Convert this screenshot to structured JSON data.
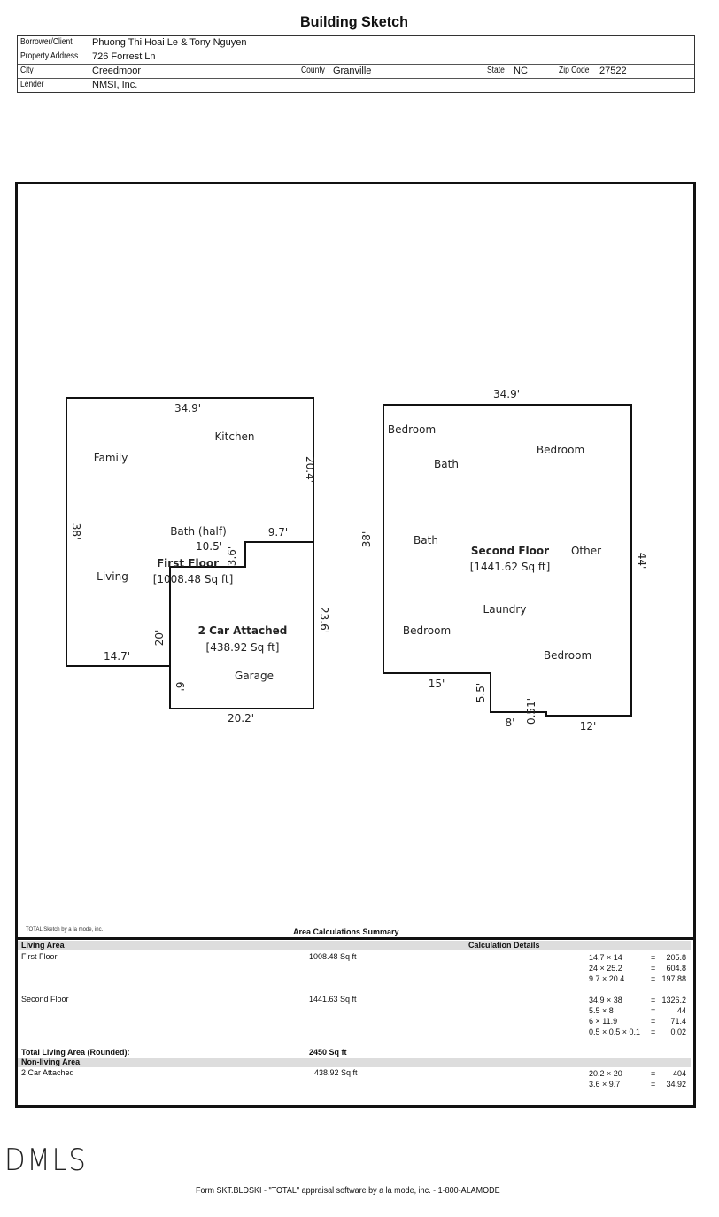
{
  "title": "Building Sketch",
  "info": {
    "borrower_label": "Borrower/Client",
    "borrower": "Phuong Thi Hoai Le & Tony Nguyen",
    "address_label": "Property Address",
    "address": "726 Forrest Ln",
    "city_label": "City",
    "city": "Creedmoor",
    "county_label": "County",
    "county": "Granville",
    "state_label": "State",
    "state": "NC",
    "zip_label": "Zip Code",
    "zip": "27522",
    "lender_label": "Lender",
    "lender": "NMSI, Inc."
  },
  "sketch": {
    "first": {
      "top": "34.9'",
      "kitchen": "Kitchen",
      "family": "Family",
      "right_upper": "20.4'",
      "left": "38'",
      "bath": "Bath (half)",
      "step_top": "9.7'",
      "step_left": "10.5'",
      "step_v": "3.6'",
      "name": "First Floor",
      "area": "[1008.48 Sq ft]",
      "living": "Living",
      "bottom_left": "14.7'"
    },
    "garage": {
      "name": "2 Car Attached",
      "area": "[438.92 Sq ft]",
      "right": "23.6'",
      "left": "20'",
      "small": "6'",
      "room": "Garage",
      "bottom": "20.2'"
    },
    "second": {
      "top": "34.9'",
      "bedroom1": "Bedroom",
      "bath1": "Bath",
      "bedroom2": "Bedroom",
      "left": "38'",
      "bath2": "Bath",
      "name": "Second Floor",
      "area": "[1441.62 Sq ft]",
      "other": "Other",
      "right": "44'",
      "laundry": "Laundry",
      "bedroom3": "Bedroom",
      "bedroom4": "Bedroom",
      "b15": "15'",
      "b55": "5.5'",
      "b8": "8'",
      "b051": "0.51'",
      "b12": "12'"
    }
  },
  "credit": "TOTAL Sketch by a la mode, inc.",
  "summary": {
    "title": "Area Calculations Summary",
    "living_header": "Living Area",
    "details_header": "Calculation Details",
    "first_floor": {
      "label": "First Floor",
      "area": "1008.48 Sq ft",
      "calcs": [
        [
          "14.7 × 14",
          "=",
          "205.8"
        ],
        [
          "24 × 25.2",
          "=",
          "604.8"
        ],
        [
          "9.7 × 20.4",
          "=",
          "197.88"
        ]
      ]
    },
    "second_floor": {
      "label": "Second Floor",
      "area": "1441.63 Sq ft",
      "calcs": [
        [
          "34.9 × 38",
          "=",
          "1326.2"
        ],
        [
          "5.5 × 8",
          "=",
          "44"
        ],
        [
          "6 × 11.9",
          "=",
          "71.4"
        ],
        [
          "0.5 × 0.5 × 0.1",
          "=",
          "0.02"
        ]
      ]
    },
    "total_label": "Total Living Area (Rounded):",
    "total": "2450 Sq ft",
    "nonliving_header": "Non-living Area",
    "garage": {
      "label": "2 Car Attached",
      "area": "438.92 Sq ft",
      "calcs": [
        [
          "20.2 × 20",
          "=",
          "404"
        ],
        [
          "3.6 × 9.7",
          "=",
          "34.92"
        ]
      ]
    }
  },
  "watermark": "DMLS",
  "footer": "Form SKT.BLDSKI - \"TOTAL\" appraisal software by a la mode, inc. - 1-800-ALAMODE"
}
